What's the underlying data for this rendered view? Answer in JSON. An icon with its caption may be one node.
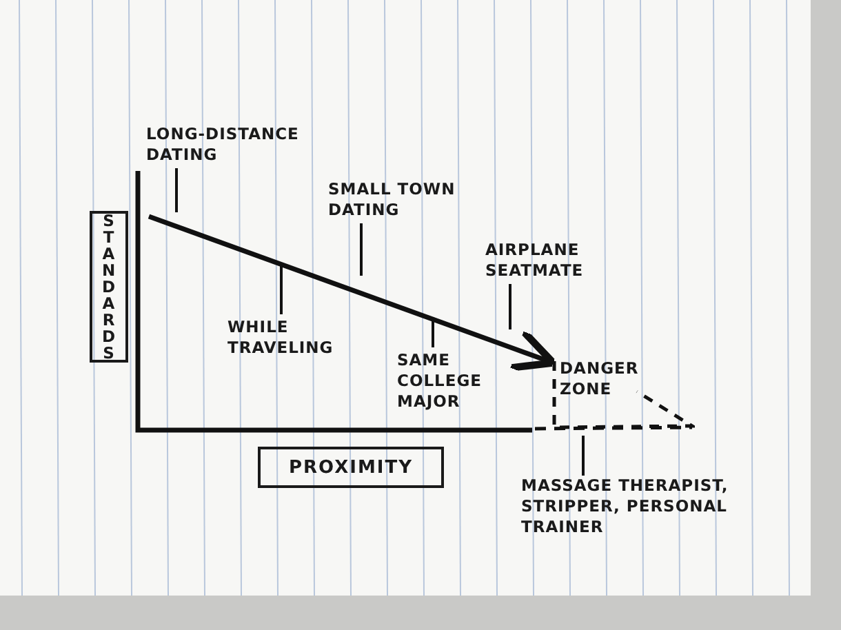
{
  "diagram": {
    "nodes": [
      {
        "text": [
          "LONG-DISTANCE DATING"
        ]
      },
      {
        "text": [
          "SMALL TOWN DATING"
        ]
      },
      {
        "text": [
          "AIRPLANE SEATMATE"
        ]
      },
      {
        "text": [
          "STANDARDS"
        ]
      },
      {
        "text": [
          "WHILE TRAVELING"
        ]
      },
      {
        "text": [
          "SAME COLLEGE MAJOR"
        ]
      },
      {
        "text": [
          "DANGER ZONE"
        ]
      },
      {
        "text": [
          "PROXIMITY"
        ]
      },
      {
        "text": [
          "MASSAGE THERAPIST, STRIPPER, PERSONAL TRAINER"
        ]
      }
    ],
    "edges": [
      {
        "from": null,
        "to": 6,
        "arrow": "to"
      },
      {
        "from": 0,
        "to": null,
        "arrow": "none"
      },
      {
        "from": 1,
        "to": null,
        "arrow": "none"
      },
      {
        "from": 2,
        "to": null,
        "arrow": "none"
      },
      {
        "from": 4,
        "to": null,
        "arrow": "none"
      },
      {
        "from": 5,
        "to": null,
        "arrow": "none"
      },
      {
        "from": 8,
        "to": 6,
        "arrow": "none"
      }
    ]
  }
}
